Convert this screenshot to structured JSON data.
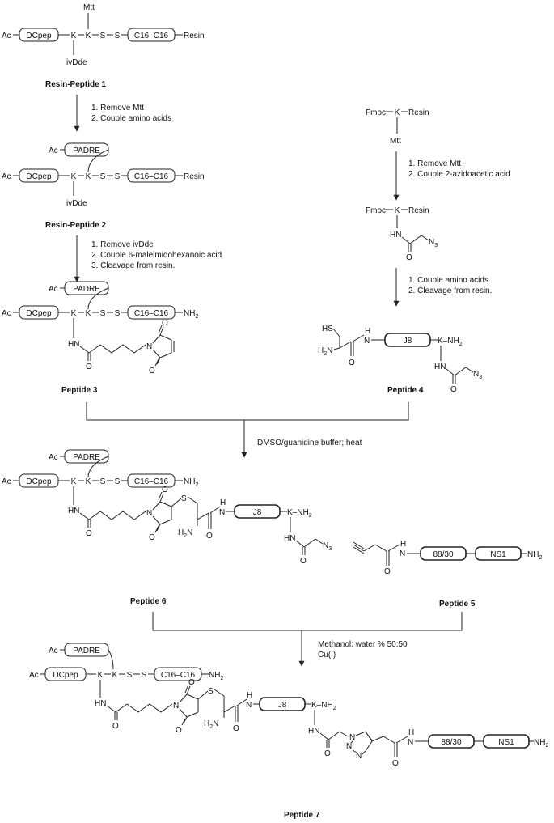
{
  "labels": {
    "resin_peptide_1": "Resin-Peptide 1",
    "resin_peptide_2": "Resin-Peptide 2",
    "peptide_3": "Peptide 3",
    "peptide_4": "Peptide 4",
    "peptide_5": "Peptide 5",
    "peptide_6": "Peptide 6",
    "peptide_7": "Peptide 7"
  },
  "segments": {
    "dcpep": "DCpep",
    "padre": "PADRE",
    "c16": "C16",
    "c16_bond": "C16–C16",
    "j8": "J8",
    "p8830": "88/30",
    "ns1": "NS1"
  },
  "atoms": {
    "ac": "Ac",
    "k": "K",
    "s": "S",
    "resin": "Resin",
    "mtt": "Mtt",
    "ivdde": "ivDde",
    "fmoc": "Fmoc",
    "nh2": "NH",
    "nh2_sub": "2",
    "hn": "HN",
    "h2n": "H",
    "h2n_sub": "2",
    "h2n_n": "N",
    "n": "N",
    "h": "H",
    "o": "O",
    "hs": "HS",
    "n3": "N",
    "n3_sub": "3",
    "knh2": "K–NH",
    "triazole_n1": "N",
    "triazole_n2": "N",
    "triazole_n3": "N"
  },
  "steps": {
    "a1": "1. Remove Mtt",
    "a2": "2. Couple amino acids",
    "b1": "1. Remove ivDde",
    "b2": "2. Couple 6-maleimidohexanoic acid",
    "b3": "3. Cleavage from resin.",
    "c1": "1. Remove Mtt",
    "c2": "2. Couple 2-azidoacetic acid",
    "d1": "1. Couple amino acids.",
    "d2": "2. Cleavage from resin.",
    "e1": "DMSO/guanidine buffer; heat",
    "f1": "Methanol: water % 50:50",
    "f2": "Cu(I)"
  }
}
